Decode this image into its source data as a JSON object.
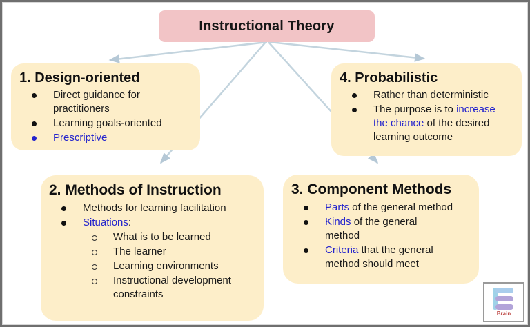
{
  "title": {
    "label": "Instructional Theory"
  },
  "colors": {
    "title_bg": "#f2c4c6",
    "box_bg": "#fdeec9",
    "text": "#1a1a1a",
    "blue_text": "#2323cd",
    "arrow": "#bccfdc",
    "frame_border": "#6f6f6f"
  },
  "boxes": [
    {
      "heading": "1. Design-oriented",
      "items": [
        {
          "indent": 0,
          "bullet": "disc",
          "segments": [
            {
              "text": "Direct guidance for\npractitioners"
            }
          ]
        },
        {
          "indent": 0,
          "bullet": "disc",
          "segments": [
            {
              "text": "Learning goals-oriented"
            }
          ]
        },
        {
          "indent": 0,
          "bullet": "disc",
          "blue_bullet": true,
          "segments": [
            {
              "text": "Prescriptive",
              "blue": true
            }
          ]
        }
      ]
    },
    {
      "heading": "2. Methods of Instruction",
      "items": [
        {
          "indent": 0,
          "bullet": "disc",
          "segments": [
            {
              "text": "Methods for learning facilitation"
            }
          ]
        },
        {
          "indent": 0,
          "bullet": "disc",
          "segments": [
            {
              "text": "Situations",
              "blue": true
            },
            {
              "text": ":"
            }
          ]
        },
        {
          "indent": 1,
          "bullet": "circle",
          "segments": [
            {
              "text": "What is to be learned"
            }
          ]
        },
        {
          "indent": 1,
          "bullet": "circle",
          "segments": [
            {
              "text": "The learner"
            }
          ]
        },
        {
          "indent": 1,
          "bullet": "circle",
          "segments": [
            {
              "text": "Learning environments"
            }
          ]
        },
        {
          "indent": 1,
          "bullet": "circle",
          "segments": [
            {
              "text": "Instructional development\nconstraints"
            }
          ]
        }
      ]
    },
    {
      "heading": "3. Component Methods",
      "items": [
        {
          "indent": 0,
          "bullet": "disc",
          "segments": [
            {
              "text": "Parts",
              "blue": true
            },
            {
              "text": " of the general method"
            }
          ]
        },
        {
          "indent": 0,
          "bullet": "disc",
          "segments": [
            {
              "text": "Kinds",
              "blue": true
            },
            {
              "text": " of the general\nmethod"
            }
          ]
        },
        {
          "indent": 0,
          "bullet": "disc",
          "segments": [
            {
              "text": "Criteria",
              "blue": true
            },
            {
              "text": " that the general\nmethod should meet"
            }
          ]
        }
      ]
    },
    {
      "heading": "4. Probabilistic",
      "items": [
        {
          "indent": 0,
          "bullet": "disc",
          "segments": [
            {
              "text": "Rather than deterministic"
            }
          ]
        },
        {
          "indent": 0,
          "bullet": "disc",
          "segments": [
            {
              "text": "The purpose is to "
            },
            {
              "text": "increase\nthe chance",
              "blue": true
            },
            {
              "text": " of the desired\nlearning outcome"
            }
          ]
        }
      ]
    }
  ],
  "connections": [
    {
      "from": "instructional-theory",
      "to": "design-oriented"
    },
    {
      "from": "instructional-theory",
      "to": "methods-of-instruction"
    },
    {
      "from": "instructional-theory",
      "to": "component-methods"
    },
    {
      "from": "instructional-theory",
      "to": "probabilistic"
    }
  ],
  "logo": {
    "brand": "Brain"
  }
}
